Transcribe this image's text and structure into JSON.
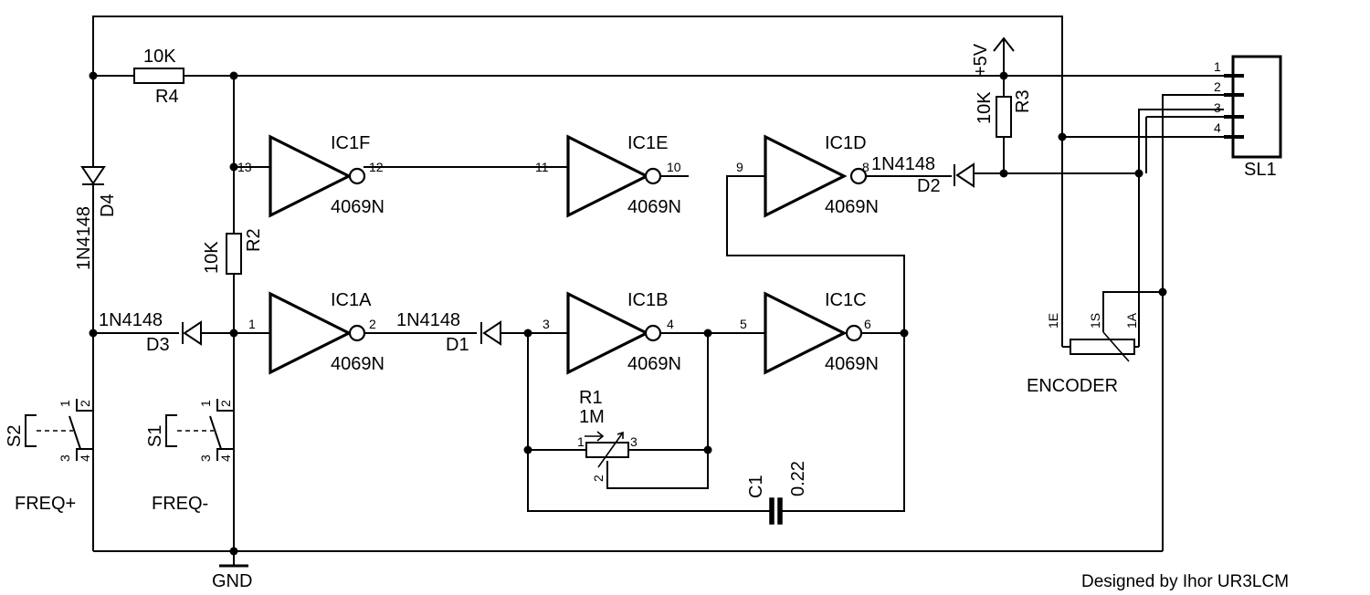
{
  "gates": [
    {
      "name": "IC1F",
      "part": "4069N",
      "pin_in": "13",
      "pin_out": "12"
    },
    {
      "name": "IC1E",
      "part": "4069N",
      "pin_in": "11",
      "pin_out": "10"
    },
    {
      "name": "IC1D",
      "part": "4069N",
      "pin_in": "9",
      "pin_out": "8"
    },
    {
      "name": "IC1A",
      "part": "4069N",
      "pin_in": "1",
      "pin_out": "2"
    },
    {
      "name": "IC1B",
      "part": "4069N",
      "pin_in": "3",
      "pin_out": "4"
    },
    {
      "name": "IC1C",
      "part": "4069N",
      "pin_in": "5",
      "pin_out": "6"
    }
  ],
  "resistors": {
    "r4": {
      "name": "R4",
      "value": "10K"
    },
    "r2": {
      "name": "R2",
      "value": "10K"
    },
    "r3": {
      "name": "R3",
      "value": "10K"
    },
    "r1": {
      "name": "R1",
      "value": "1M",
      "pins": [
        "1",
        "2",
        "3"
      ]
    }
  },
  "diodes": {
    "d4": {
      "name": "D4",
      "part": "1N4148"
    },
    "d3": {
      "name": "D3",
      "part": "1N4148"
    },
    "d1": {
      "name": "D1",
      "part": "1N4148"
    },
    "d2": {
      "name": "D2",
      "part": "1N4148"
    }
  },
  "capacitor": {
    "name": "C1",
    "value": "0.22"
  },
  "switches": [
    {
      "name": "S2",
      "label": "FREQ+",
      "pins": [
        "1",
        "2",
        "3",
        "4"
      ]
    },
    {
      "name": "S1",
      "label": "FREQ-",
      "pins": [
        "1",
        "2",
        "3",
        "4"
      ]
    }
  ],
  "power": {
    "vcc": "+5V",
    "gnd": "GND"
  },
  "connector": {
    "name": "SL1",
    "pins": [
      "1",
      "2",
      "3",
      "4"
    ]
  },
  "encoder": {
    "name": "ENCODER",
    "pins": [
      "1E",
      "1S",
      "1A"
    ]
  },
  "credit": "Designed by Ihor UR3LCM"
}
